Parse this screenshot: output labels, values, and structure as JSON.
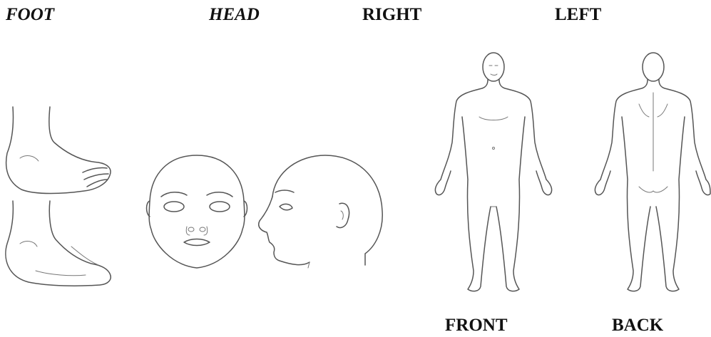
{
  "labels": {
    "foot": "FOOT",
    "head": "HEAD",
    "right": "RIGHT",
    "left": "LEFT",
    "front": "FRONT",
    "back": "BACK"
  },
  "colors": {
    "line": "#555555",
    "text": "#111111",
    "background": "#ffffff"
  }
}
